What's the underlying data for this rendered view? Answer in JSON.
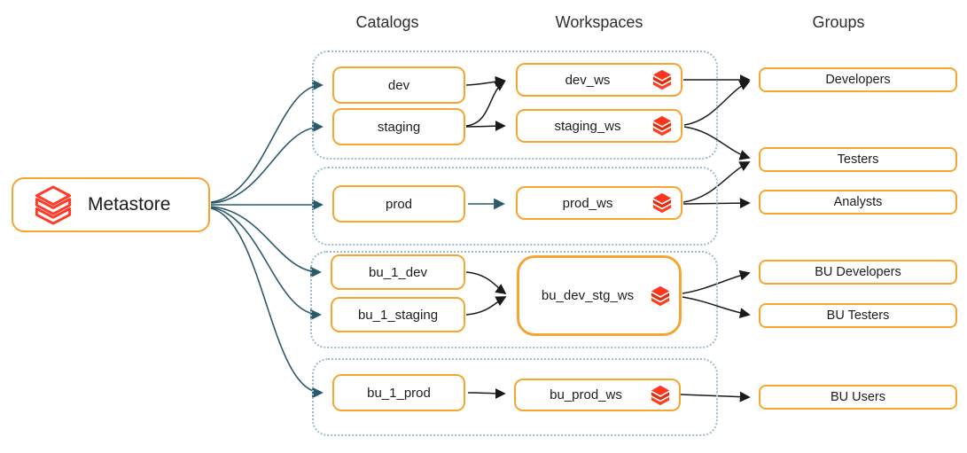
{
  "headers": {
    "catalogs": "Catalogs",
    "workspaces": "Workspaces",
    "groups": "Groups"
  },
  "nodes": {
    "metastore": "Metastore",
    "catalogs": {
      "dev": "dev",
      "staging": "staging",
      "prod": "prod",
      "bu_1_dev": "bu_1_dev",
      "bu_1_staging": "bu_1_staging",
      "bu_1_prod": "bu_1_prod"
    },
    "workspaces": {
      "dev_ws": "dev_ws",
      "staging_ws": "staging_ws",
      "prod_ws": "prod_ws",
      "bu_dev_stg_ws": "bu_dev_stg_ws",
      "bu_prod_ws": "bu_prod_ws"
    },
    "groups": {
      "developers": "Developers",
      "testers": "Testers",
      "analysts": "Analysts",
      "bu_developers": "BU Developers",
      "bu_testers": "BU Testers",
      "bu_users": "BU Users"
    }
  },
  "edges": [
    {
      "from": "Metastore",
      "to": "dev",
      "color": "teal"
    },
    {
      "from": "Metastore",
      "to": "staging",
      "color": "teal"
    },
    {
      "from": "Metastore",
      "to": "prod",
      "color": "teal"
    },
    {
      "from": "Metastore",
      "to": "bu_1_dev",
      "color": "teal"
    },
    {
      "from": "Metastore",
      "to": "bu_1_staging",
      "color": "teal"
    },
    {
      "from": "Metastore",
      "to": "bu_1_prod",
      "color": "teal"
    },
    {
      "from": "dev",
      "to": "dev_ws",
      "color": "black"
    },
    {
      "from": "staging",
      "to": "dev_ws",
      "color": "black"
    },
    {
      "from": "staging",
      "to": "staging_ws",
      "color": "black"
    },
    {
      "from": "prod",
      "to": "prod_ws",
      "color": "teal"
    },
    {
      "from": "bu_1_dev",
      "to": "bu_dev_stg_ws",
      "color": "black"
    },
    {
      "from": "bu_1_staging",
      "to": "bu_dev_stg_ws",
      "color": "black"
    },
    {
      "from": "bu_1_prod",
      "to": "bu_prod_ws",
      "color": "black"
    },
    {
      "from": "dev_ws",
      "to": "Developers",
      "color": "black"
    },
    {
      "from": "staging_ws",
      "to": "Developers",
      "color": "black"
    },
    {
      "from": "staging_ws",
      "to": "Testers",
      "color": "black"
    },
    {
      "from": "prod_ws",
      "to": "Testers",
      "color": "black"
    },
    {
      "from": "prod_ws",
      "to": "Analysts",
      "color": "black"
    },
    {
      "from": "bu_dev_stg_ws",
      "to": "BU Developers",
      "color": "black"
    },
    {
      "from": "bu_dev_stg_ws",
      "to": "BU Testers",
      "color": "black"
    },
    {
      "from": "bu_prod_ws",
      "to": "BU Users",
      "color": "black"
    }
  ],
  "icons": {
    "metastore": "databricks-outline-icon",
    "workspace": "databricks-solid-icon"
  },
  "colors": {
    "node_border_orange": "#f7a531",
    "brand_red": "#ff3621",
    "arrow_teal": "#2b5a6b",
    "arrow_black": "#1a1a1a",
    "group_container_dotted": "#9cbccc",
    "text": "#1c1c1c",
    "background": "#ffffff"
  }
}
